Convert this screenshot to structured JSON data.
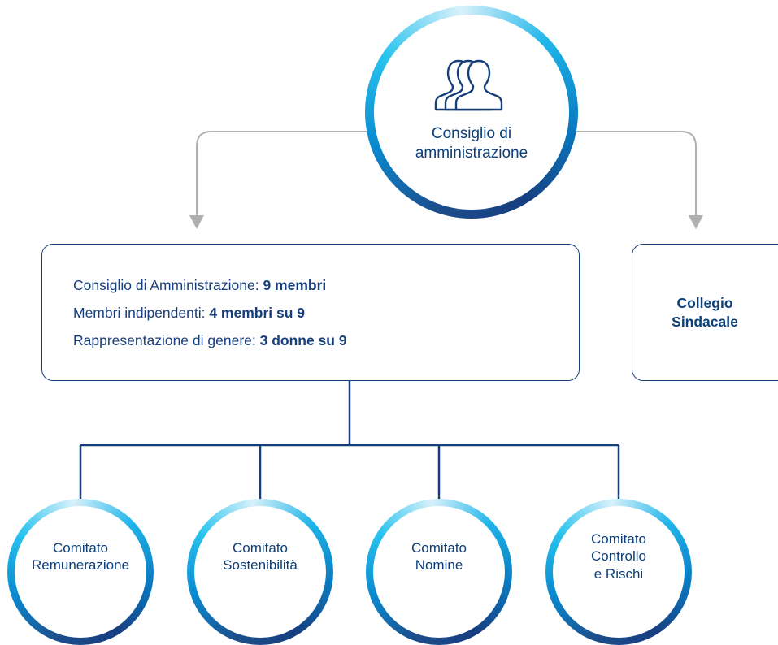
{
  "board": {
    "title": "Consiglio di\namministrazione",
    "icon": "people-group-icon"
  },
  "composition": {
    "lines": [
      {
        "label": "Consiglio di Amministrazione: ",
        "value": "9 membri"
      },
      {
        "label": "Membri indipendenti: ",
        "value": "4 membri su 9"
      },
      {
        "label": "Rappresentazione di genere: ",
        "value": "3 donne su 9"
      }
    ]
  },
  "collegio": {
    "title": "Collegio\nSindacale"
  },
  "committees": [
    {
      "title": "Comitato\nRemunerazione"
    },
    {
      "title": "Comitato\nSostenibilità"
    },
    {
      "title": "Comitato\nNomine"
    },
    {
      "title": "Comitato\nControllo\ne Rischi"
    }
  ],
  "colors": {
    "navy": "#153f7a",
    "text": "#0d3f78",
    "arrow_gray": "#b0b0b0",
    "accent_cyan": "#29c3ee"
  }
}
